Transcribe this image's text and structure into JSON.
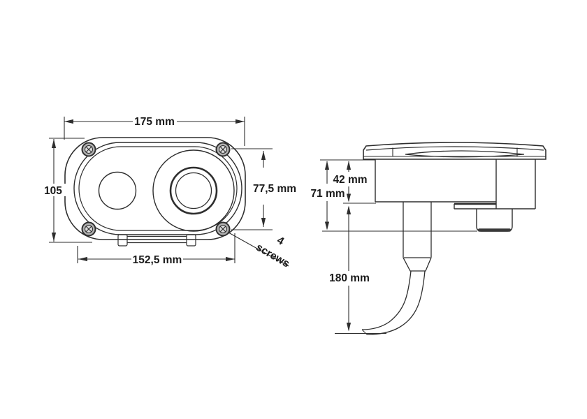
{
  "drawing_title": "mounting-dimensions-diagram",
  "front_view": {
    "overall_width": "175 mm",
    "overall_height": "105",
    "screw_span": "77,5 mm",
    "inner_width": "152,5 mm",
    "screws_count": "4",
    "screws_word": "screws"
  },
  "side_view": {
    "recess_depth": "42 mm",
    "total_depth": "71 mm",
    "cable_length": "180 mm"
  },
  "colors": {
    "line": "#2e2e2e",
    "text": "#1a1a1a",
    "screw_fill": "#b0b0b0",
    "screw_inner_fill": "#dedede",
    "seal_dark": "#3a3a3a",
    "background": "#ffffff"
  }
}
